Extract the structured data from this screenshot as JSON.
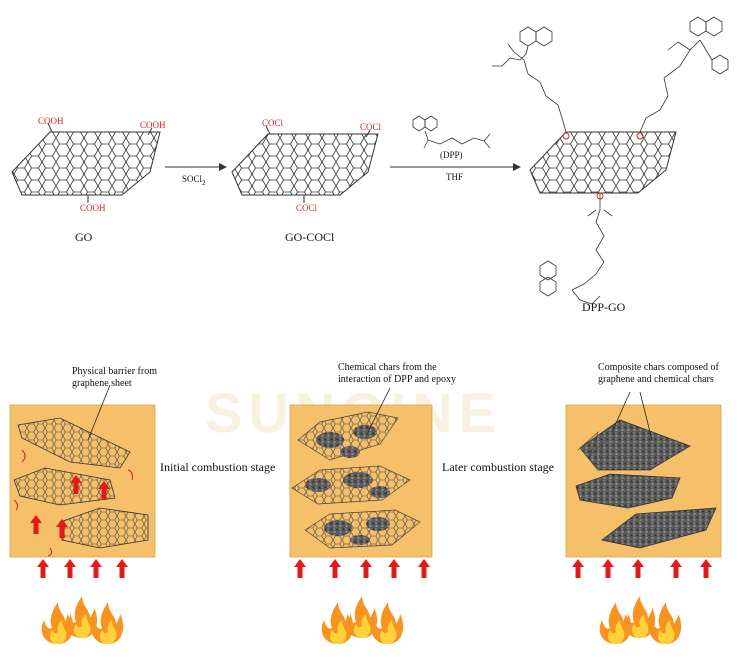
{
  "labels": {
    "go": "GO",
    "go_cocl": "GO-COCl",
    "dpp_go": "DPP-GO",
    "socl2": "SOCl",
    "socl2_sub": "2",
    "dpp_reagent": "(DPP)",
    "thf": "THF",
    "cooh_left": "COOH",
    "cooh_right": "COOH",
    "cooh_bottom": "COOH",
    "cocl_left": "COCl",
    "cocl_right": "COCl",
    "cocl_bottom": "COCl",
    "initial_stage": "Initial combustion stage",
    "later_stage": "Later combustion stage",
    "physical_barrier": [
      "Physical barrier from",
      "graphene sheet"
    ],
    "chemical_chars": [
      "Chemical chars from the",
      "interaction of DPP and epoxy"
    ],
    "composite_chars": [
      "Composite chars composed of",
      "graphene and chemical chars"
    ]
  },
  "watermark": "SUNGINE",
  "colors": {
    "panel_fill": "#f6c06a",
    "arrow_red": "#e21a1a",
    "label_red": "#d42020",
    "flame_orange": "#f7931e",
    "flame_yellow": "#ffd23c",
    "char_dark": "#3a3a3a"
  },
  "icons": [
    "graphene-sheet-icon",
    "flame-icon",
    "heat-arrow-icon",
    "char-platelet-icon"
  ]
}
